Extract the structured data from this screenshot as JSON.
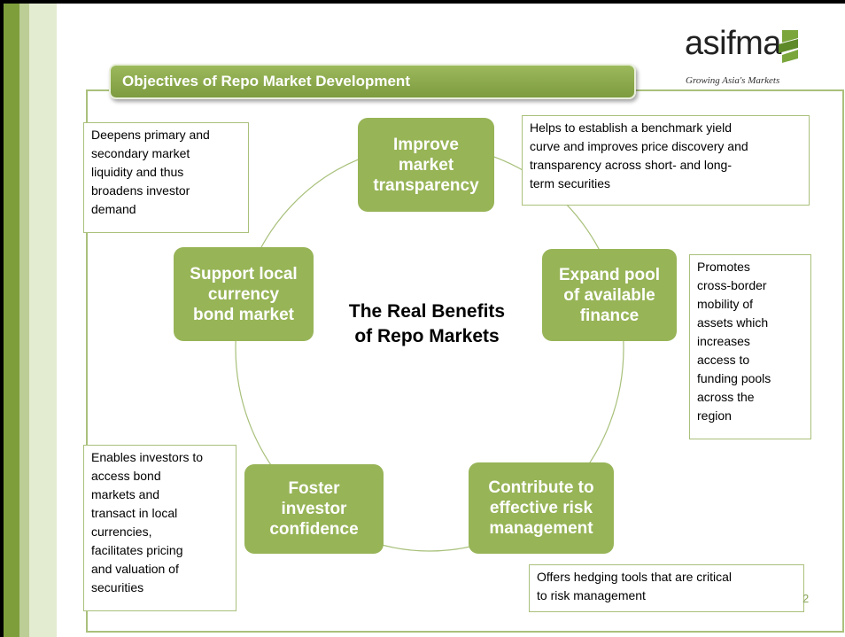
{
  "title": "Objectives of Repo Market Development",
  "logo": {
    "word": "asifma",
    "tagline": "Growing Asia's Markets",
    "mark_color": "#7aa63c"
  },
  "center": {
    "line1": "The Real Benefits",
    "line2": "of Repo Markets"
  },
  "nodes": [
    {
      "line1": "Improve",
      "line2": "market",
      "line3": "transparency"
    },
    {
      "line1": "Expand pool",
      "line2": "of available",
      "line3": "finance"
    },
    {
      "line1": "Contribute to",
      "line2": "effective risk",
      "line3": "management"
    },
    {
      "line1": "Foster",
      "line2": "investor",
      "line3": "confidence"
    },
    {
      "line1": "Support local",
      "line2": "currency",
      "line3": "bond market"
    }
  ],
  "notes": {
    "top_left": [
      "Deepens primary and",
      "secondary market",
      "liquidity and thus",
      "broadens investor",
      "demand"
    ],
    "top_right": [
      "Helps to establish a benchmark yield",
      "curve and improves price discovery and",
      "transparency across short- and long-",
      "term securities"
    ],
    "right": [
      "Promotes",
      "cross-border",
      "mobility of",
      "assets which",
      "increases",
      "access to",
      "funding pools",
      "across the",
      "region"
    ],
    "bottom_left": [
      "Enables investors to",
      "access bond",
      "markets and",
      "transact in local",
      "currencies,",
      "facilitates pricing",
      "and valuation of",
      "securities"
    ],
    "bottom_right": [
      "Offers hedging tools that are critical",
      "to risk management"
    ]
  },
  "page_number": "2",
  "colors": {
    "accent": "#97b457",
    "frame": "#aac07c",
    "title_bar": "#8aa84a"
  }
}
